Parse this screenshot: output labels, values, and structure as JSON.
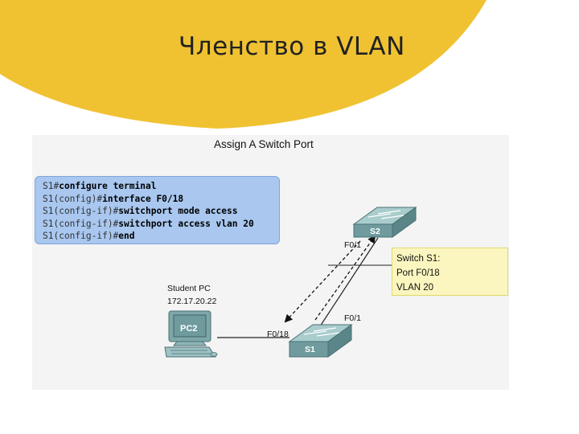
{
  "slide": {
    "title": "Членство в VLAN",
    "colors": {
      "accent_yellow": "#f0c232",
      "command_box": "#a9c7ef",
      "info_box": "#fbf6bf",
      "switch": "#6f9b9e"
    }
  },
  "figure": {
    "title": "Assign A Switch Port",
    "commands": [
      {
        "prompt": "S1#",
        "command": "configure terminal"
      },
      {
        "prompt": "S1(config)#",
        "command": "interface F0/18"
      },
      {
        "prompt": "S1(config-if)#",
        "command": "switchport mode access"
      },
      {
        "prompt": "S1(config-if)#",
        "command": "switchport access vlan 20"
      },
      {
        "prompt": "S1(config-if)#",
        "command": "end"
      }
    ],
    "info_box": [
      "Switch S1:",
      "Port F0/18",
      "VLAN 20"
    ],
    "devices": {
      "s2_label": "S2",
      "s1_label": "S1",
      "pc_label": "PC2",
      "pc_name": "Student PC",
      "pc_ip": "172.17.20.22"
    },
    "ports": {
      "s2_port": "F0/1",
      "s1_uplink": "F0/1",
      "s1_access": "F0/18"
    }
  }
}
